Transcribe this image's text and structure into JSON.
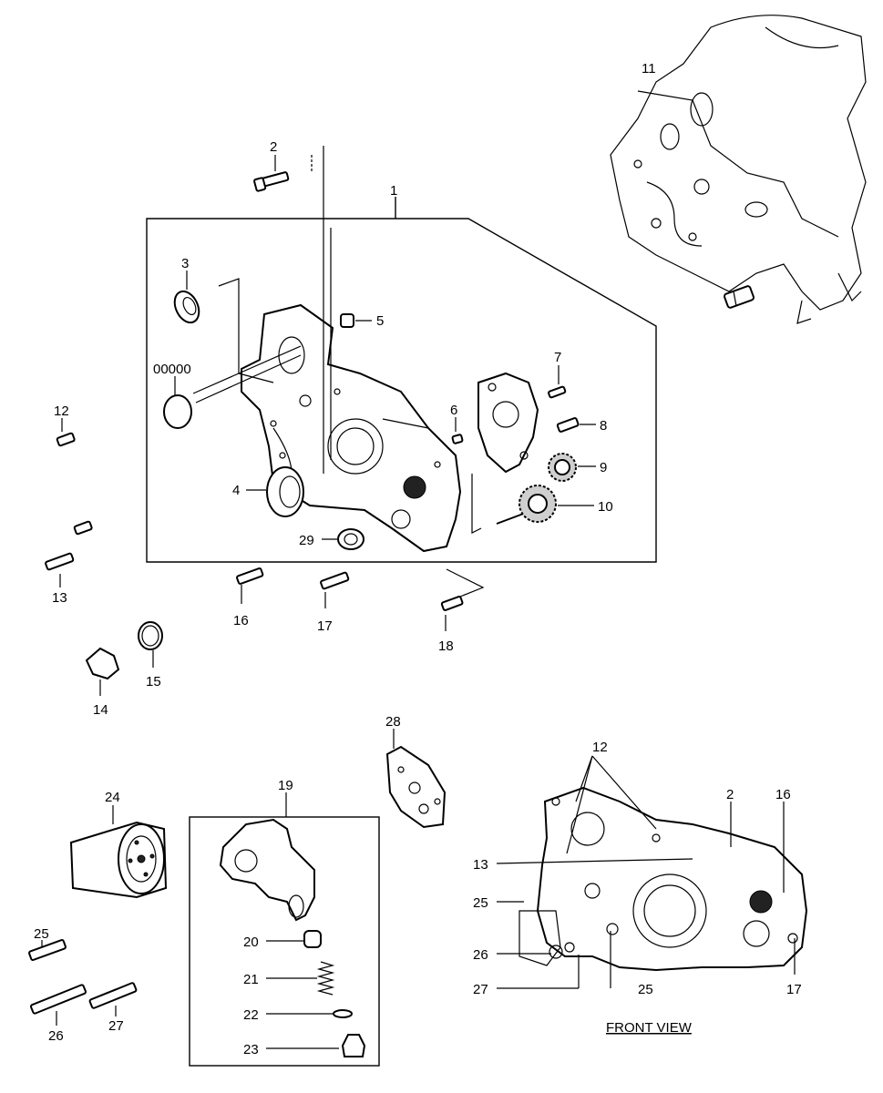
{
  "callouts": {
    "c1": "1",
    "c2": "2",
    "c3": "3",
    "c00000": "00000",
    "c4": "4",
    "c5": "5",
    "c6": "6",
    "c7": "7",
    "c8": "8",
    "c9": "9",
    "c10": "10",
    "c11": "11",
    "c12": "12",
    "c13": "13",
    "c14": "14",
    "c15": "15",
    "c16": "16",
    "c17": "17",
    "c18": "18",
    "c19": "19",
    "c20": "20",
    "c21": "21",
    "c22": "22",
    "c23": "23",
    "c24": "24",
    "c25": "25",
    "c26": "26",
    "c27": "27",
    "c28": "28",
    "c29": "29"
  },
  "front_view": {
    "caption": "FRONT VIEW",
    "c12": "12",
    "c2": "2",
    "c16": "16",
    "c13": "13",
    "c25a": "25",
    "c26": "26",
    "c27": "27",
    "c25b": "25",
    "c17": "17"
  }
}
